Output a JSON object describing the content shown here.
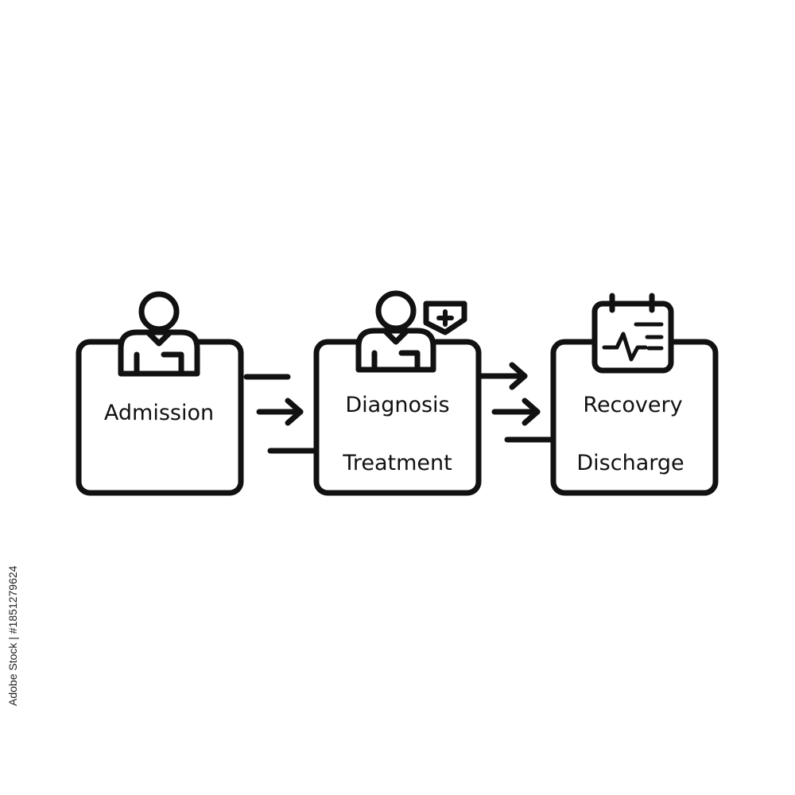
{
  "colors": {
    "stroke": "#111111",
    "background": "#ffffff"
  },
  "stages": [
    {
      "icon": "person-icon",
      "lines": [
        "Admission"
      ]
    },
    {
      "icon": "doctor-with-medical-badge-icon",
      "lines": [
        "Diagnosis",
        "Treatment"
      ]
    },
    {
      "icon": "calendar-heartbeat-icon",
      "lines": [
        "Recovery",
        "Discharge"
      ]
    }
  ],
  "watermark": {
    "text": "Adobe Stock | #1851279624"
  }
}
